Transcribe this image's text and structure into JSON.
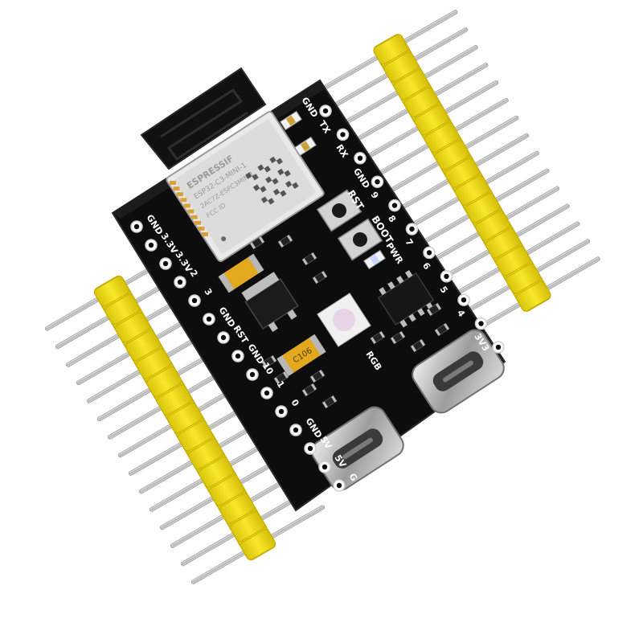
{
  "module": {
    "brand": "ESPRESSIF",
    "model": "ESP32-C3-MINI-1",
    "id_line": "2AC7Z-ESPC3MINI1",
    "fcc_text": "FCC ID",
    "cap_label": "C106"
  },
  "right_labels": [
    "GND",
    "TX",
    "RX",
    "GND",
    "9",
    "8",
    "7",
    "6",
    "5",
    "4",
    "3V3"
  ],
  "left_labels": [
    "GND",
    "3.3V",
    "3.3V",
    "2",
    "3",
    "GND",
    "RST",
    "GND",
    "10",
    "1",
    "0",
    "GND",
    "5V",
    "5V",
    "G"
  ],
  "button_labels": [
    "RST",
    "BOOT"
  ],
  "indicator_labels": [
    "PWR",
    "RGB"
  ],
  "colors": {
    "pcb": "#0d0d0d",
    "header_plastic": "#f2df1a",
    "pin_metal": "#c9c9c9",
    "silkscreen": "#ffffff",
    "pad_gold": "#d9a13a"
  }
}
